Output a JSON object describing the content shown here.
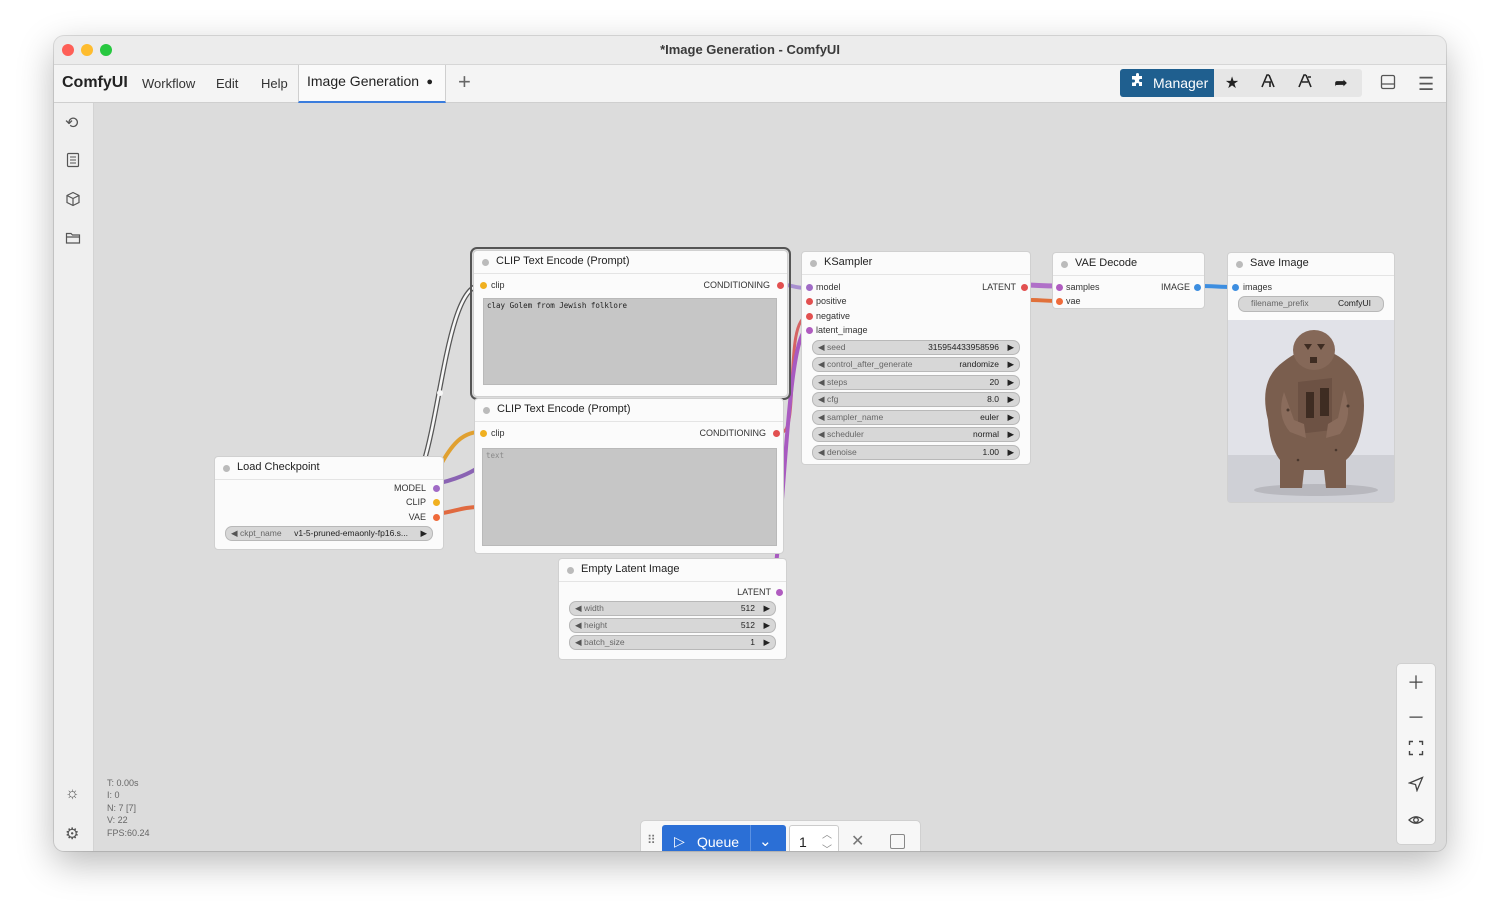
{
  "window": {
    "title": "*Image Generation - ComfyUI"
  },
  "menubar": {
    "brand": "ComfyUI",
    "menus": [
      "Workflow",
      "Edit",
      "Help"
    ],
    "tab": {
      "label": "Image Generation",
      "modified_dot": "●"
    },
    "new_tab": "+",
    "manager": {
      "label": "Manager",
      "icon": "puzzle-icon"
    },
    "toolbar_icons": [
      "star-icon",
      "comfy-registry-icon",
      "comfy-registry-alt-icon",
      "share-icon"
    ],
    "right_icons": [
      "panel-icon",
      "hamburger-menu-icon"
    ]
  },
  "sidebar": {
    "icons": [
      "history-icon",
      "queue-list-icon",
      "model-library-icon",
      "workflows-folder-icon"
    ],
    "bottom_icons": [
      "theme-sun-icon",
      "settings-gear-icon"
    ]
  },
  "stats": {
    "t": "T: 0.00s",
    "i": "I: 0",
    "n": "N: 7 [7]",
    "v": "V: 22",
    "fps": "FPS:60.24"
  },
  "nodes": {
    "load_checkpoint": {
      "title": "Load Checkpoint",
      "outputs": [
        "MODEL",
        "CLIP",
        "VAE"
      ],
      "widget": {
        "label": "ckpt_name",
        "value": "v1-5-pruned-emaonly-fp16.s..."
      }
    },
    "clip_pos": {
      "title": "CLIP Text Encode (Prompt)",
      "input": "clip",
      "output": "CONDITIONING",
      "text": "clay Golem from Jewish folklore"
    },
    "clip_neg": {
      "title": "CLIP Text Encode (Prompt)",
      "input": "clip",
      "output": "CONDITIONING",
      "placeholder": "text"
    },
    "empty_latent": {
      "title": "Empty Latent Image",
      "output": "LATENT",
      "widgets": [
        {
          "label": "width",
          "value": "512"
        },
        {
          "label": "height",
          "value": "512"
        },
        {
          "label": "batch_size",
          "value": "1"
        }
      ]
    },
    "ksampler": {
      "title": "KSampler",
      "inputs": [
        "model",
        "positive",
        "negative",
        "latent_image"
      ],
      "output": "LATENT",
      "widgets": [
        {
          "label": "seed",
          "value": "315954433958596"
        },
        {
          "label": "control_after_generate",
          "value": "randomize"
        },
        {
          "label": "steps",
          "value": "20"
        },
        {
          "label": "cfg",
          "value": "8.0"
        },
        {
          "label": "sampler_name",
          "value": "euler"
        },
        {
          "label": "scheduler",
          "value": "normal"
        },
        {
          "label": "denoise",
          "value": "1.00"
        }
      ]
    },
    "vae_decode": {
      "title": "VAE Decode",
      "inputs": [
        "samples",
        "vae"
      ],
      "output": "IMAGE"
    },
    "save_image": {
      "title": "Save Image",
      "input": "images",
      "widget": {
        "label": "filename_prefix",
        "value": "ComfyUI"
      }
    }
  },
  "queue": {
    "label": "Queue",
    "count": "1"
  },
  "zoom_controls": [
    "zoom-in-icon",
    "zoom-out-icon",
    "fit-view-icon",
    "select-mode-icon",
    "toggle-links-icon"
  ],
  "colors": {
    "model": "#a06bc6",
    "clip": "#f0b020",
    "vae": "#ef6a3a",
    "conditioning": "#e25050",
    "latent": "#b05cc0",
    "image": "#3d8ee0",
    "accent": "#2b6fd6"
  }
}
